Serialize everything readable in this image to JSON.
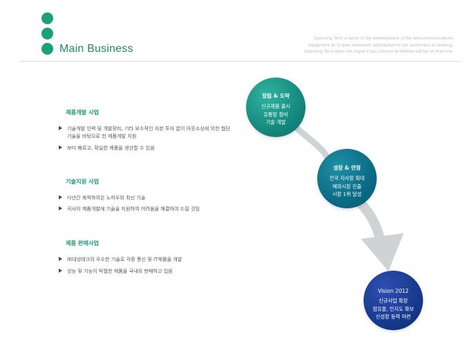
{
  "header": {
    "title": "Main Business",
    "tagline": [
      "Daesung Tech a factor in the development of the telecommunications",
      "equipment as to give maximum satisfaction to our customers is working.",
      "Daesung Tech does not regret if you choose to believe will be on trust me."
    ]
  },
  "sections": [
    {
      "title": "제품개발 사업",
      "bullets": [
        [
          "기술개발 인력 및 개발장비, 기타 부수적인 자본 투자 없이 아웃소싱에 의한 협단",
          "기술을 바탕으로 한 제품개발 지원"
        ],
        [
          "보다 빠르고, 확실한 제품을 생산할 수 있음"
        ]
      ]
    },
    {
      "title": "기술지원 사업",
      "bullets": [
        [
          "다년간 축적하여온 노하우와 최신 기술"
        ],
        [
          "귀사의 제품개발에 기술을 지원하여 어려움을 해결하여 드릴 것임"
        ]
      ]
    },
    {
      "title": "제품 판매사업",
      "bullets": [
        [
          "㈜대성테크의 우수한 기술로 각종 통신 및 IT제품을 개발"
        ],
        [
          "성능 및 기능이 탁월한 제품을 국내외 판매하고 있음"
        ]
      ]
    }
  ],
  "stages": [
    {
      "title": "창립 & 도약",
      "lines": [
        "신규제품 출시",
        "유통망 정비",
        "기술 개발"
      ],
      "color": "#15897e"
    },
    {
      "title": "성장 & 안정",
      "lines": [
        "전국 지사망 확대",
        "해외시장 진출",
        "시장 1위 달성"
      ],
      "color": "#0b6b86"
    },
    {
      "title": "Vision 2012",
      "lines": [
        "신규사업 확장",
        "점유율, 인지도 확보",
        "신성장 동력 마련"
      ],
      "color": "#163a8e"
    }
  ],
  "colors": {
    "accent": "#1aa07a",
    "arrow": "#cfd3d6"
  }
}
